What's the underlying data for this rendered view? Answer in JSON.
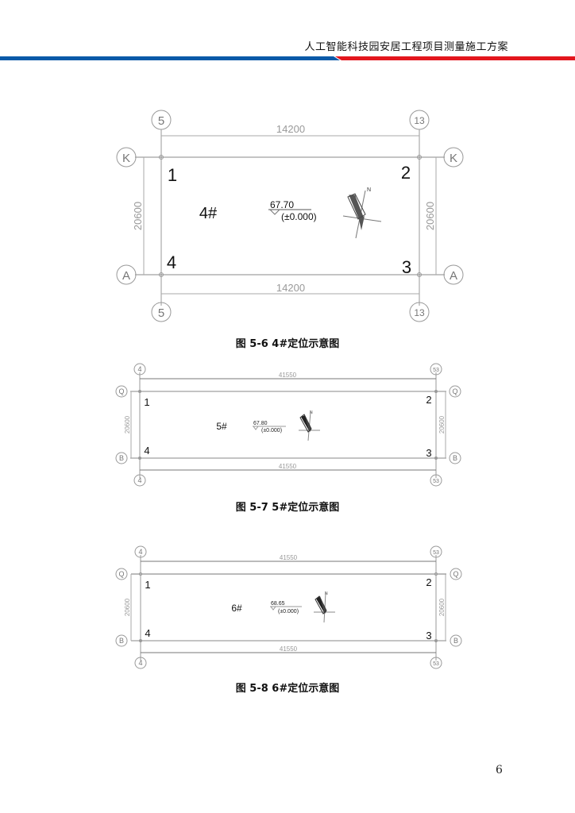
{
  "header": {
    "title": "人工智能科技园安居工程项目测量施工方案",
    "bar_colors": {
      "blue": "#0a5aa8",
      "red": "#e3161d"
    }
  },
  "figures": [
    {
      "id": "fig-5-6",
      "caption": "图 5-6  4#定位示意图",
      "building": "4#",
      "elevation": "67.70",
      "elevation_ref": "(±0.000)",
      "axis_left": "5",
      "axis_right": "13",
      "axis_top": "K",
      "axis_bottom": "A",
      "dim_horizontal": "14200",
      "dim_vertical": "20600",
      "corners": [
        "1",
        "2",
        "3",
        "4"
      ],
      "north_label": "N"
    },
    {
      "id": "fig-5-7",
      "caption": "图 5-7  5#定位示意图",
      "building": "5#",
      "elevation": "67.80",
      "elevation_ref": "(±0.000)",
      "axis_left": "4",
      "axis_right": "53",
      "axis_top": "Q",
      "axis_bottom": "B",
      "dim_horizontal": "41550",
      "dim_vertical": "20600",
      "corners": [
        "1",
        "2",
        "3",
        "4"
      ],
      "north_label": "N"
    },
    {
      "id": "fig-5-8",
      "caption": "图 5-8  6#定位示意图",
      "building": "6#",
      "elevation": "68.65",
      "elevation_ref": "(±0.000)",
      "axis_left": "4",
      "axis_right": "53",
      "axis_top": "Q",
      "axis_bottom": "B",
      "dim_horizontal": "41550",
      "dim_vertical": "20600",
      "corners": [
        "1",
        "2",
        "3",
        "4"
      ],
      "north_label": "N"
    }
  ],
  "footer": {
    "page_number": "6"
  }
}
